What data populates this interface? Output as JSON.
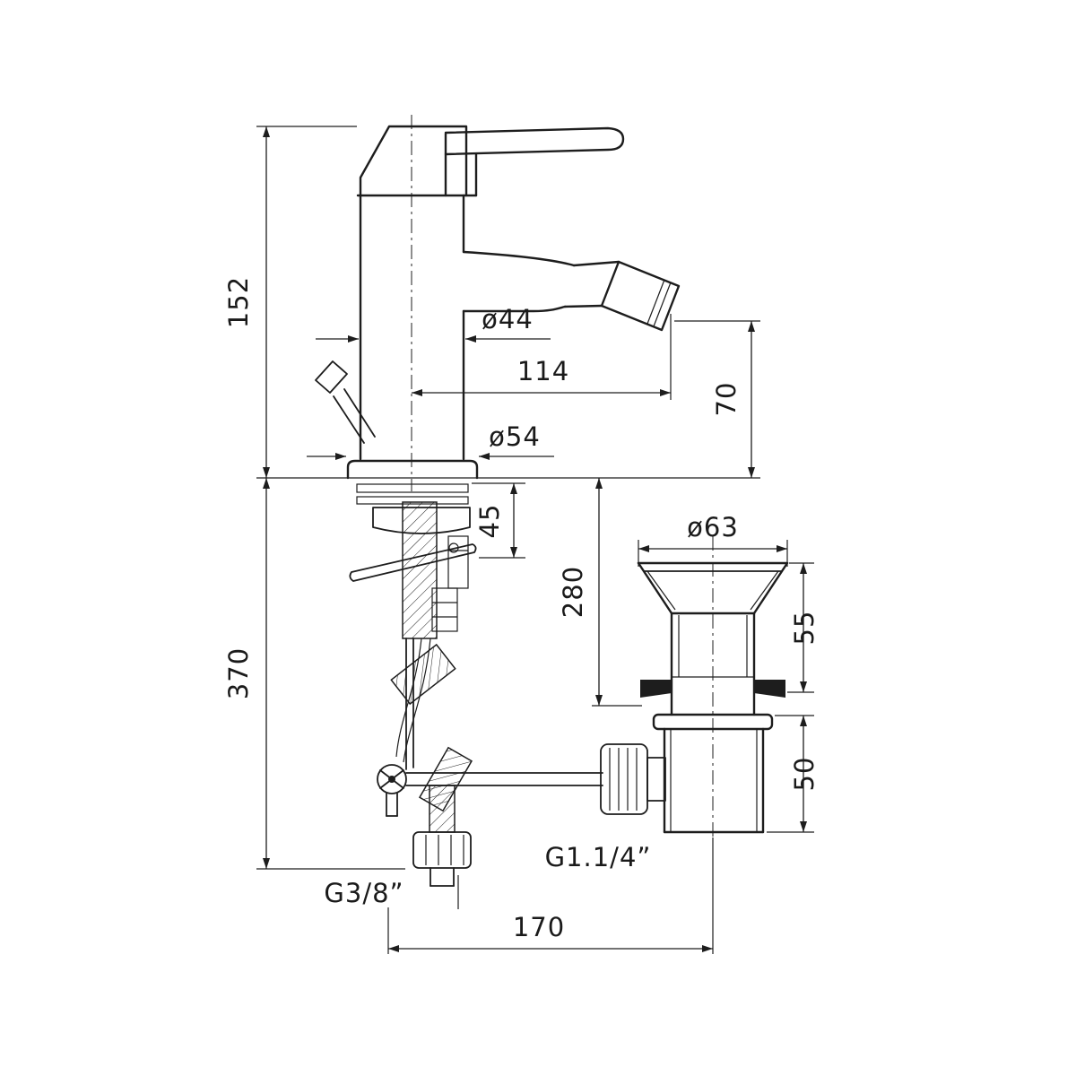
{
  "drawing": {
    "type": "technical-dimension-drawing",
    "subject": "bidet single-lever mixer with pop-up waste",
    "colors": {
      "line": "#1d1d1d",
      "background": "#ffffff"
    },
    "dimensions": {
      "faucet_height": "152",
      "below_counter_height": "370",
      "body_diameter": "ø44",
      "spout_reach": "114",
      "base_diameter": "ø54",
      "counter_thickness": "45",
      "spout_outlet_height": "70",
      "drain_depth": "280",
      "waste_flange_diameter": "ø63",
      "waste_upper_length": "55",
      "waste_lower_length": "50",
      "supply_thread": "G3/8”",
      "waste_thread": "G1.1/4”",
      "center_distance": "170"
    }
  }
}
